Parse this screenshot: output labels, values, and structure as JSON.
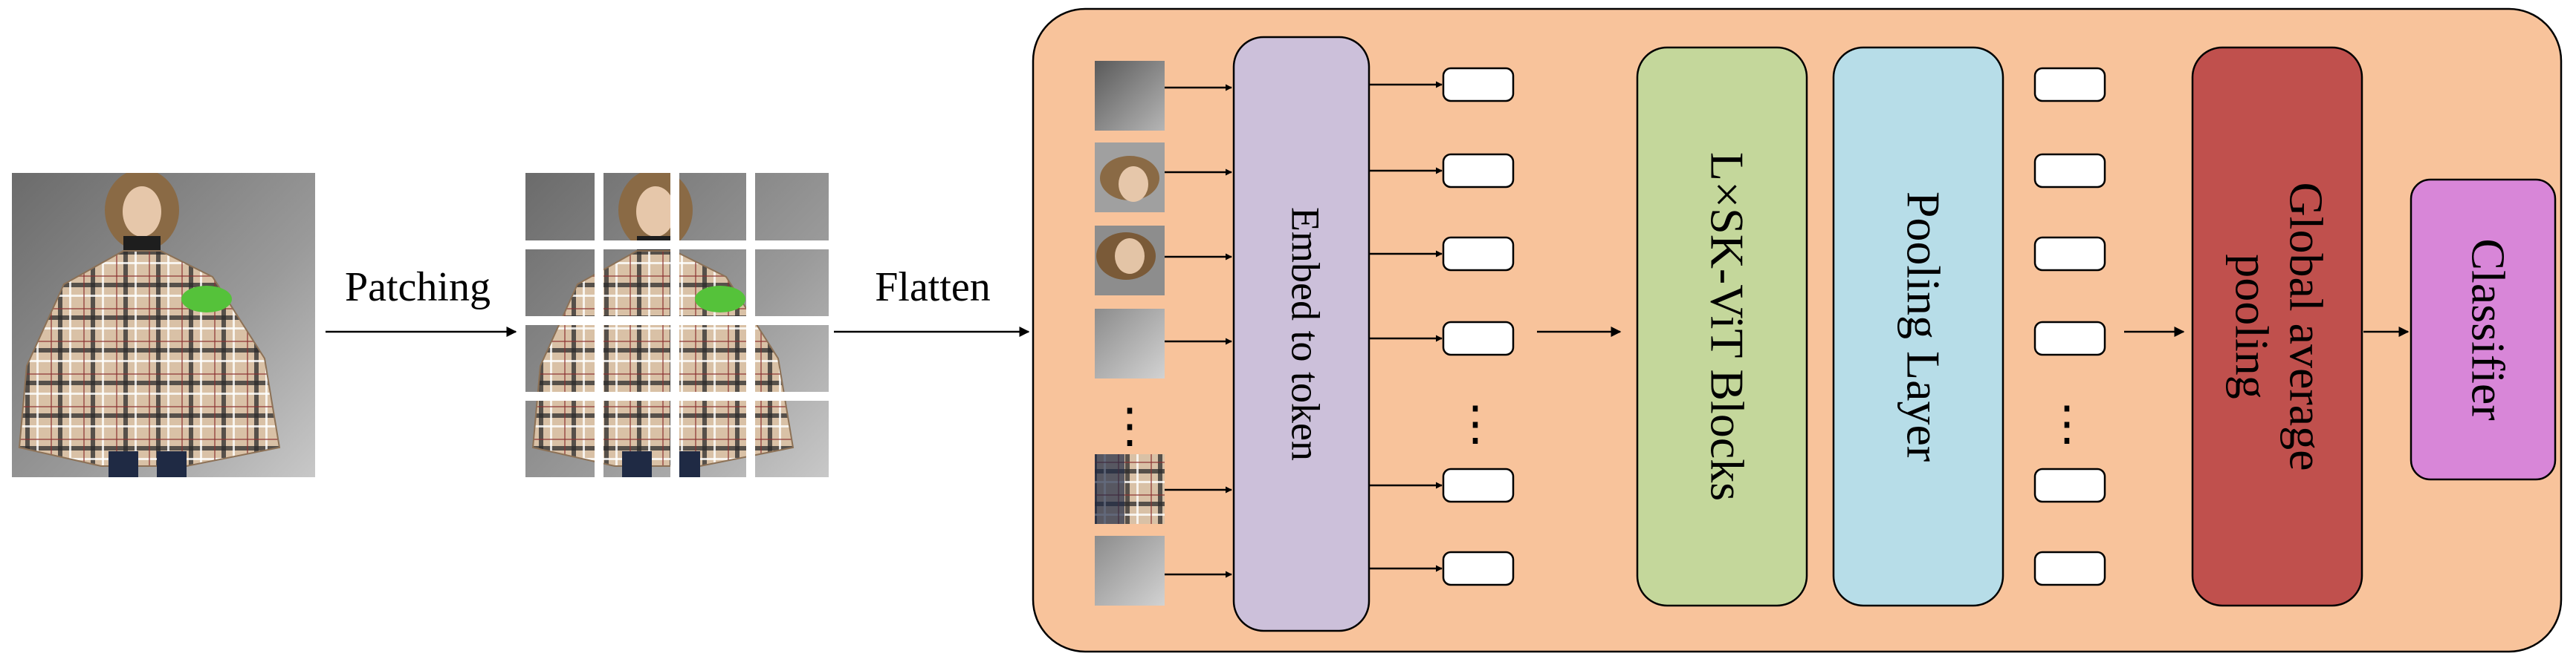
{
  "labels": {
    "patching": "Patching",
    "flatten": "Flatten",
    "embed": "Embed to token",
    "vit": "L×SK-ViT Blocks",
    "pooling": "Pooling Layer",
    "gap_line1": "Global average",
    "gap_line2": "pooling",
    "classifier": "Classifier",
    "ellipsis": "⋮"
  },
  "colors": {
    "container": "#f8c39b",
    "embed": "#ccc0da",
    "vit": "#c4d79b",
    "pooling": "#b7dde8",
    "gap": "#c0504d",
    "classifier": "#d886d8",
    "token": "#ffffff",
    "stroke": "#000000"
  },
  "icons": {
    "input_image": "person-in-plaid-poncho-photo",
    "patch_grid": "patched-image-grid",
    "patch_column": "flattened-patch-thumbnails"
  }
}
